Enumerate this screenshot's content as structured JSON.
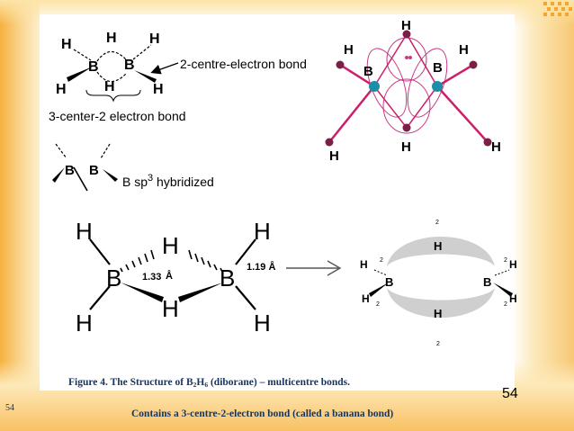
{
  "diagram1": {
    "atoms": {
      "h_tl": "H",
      "h_tm": "H",
      "h_tr": "H",
      "b_left": "B",
      "b_right": "B",
      "h_bl": "H",
      "h_bm": "H",
      "h_br": "H"
    },
    "label_2c": "2-centre-electron bond",
    "label_3c": "3-center-2 electron bond"
  },
  "diagram2": {
    "b_left": "B",
    "b_right": "B",
    "hybrid_prefix": "B sp",
    "hybrid_sup": "3",
    "hybrid_suffix": " hybridized"
  },
  "diagram3": {
    "h_top": "H",
    "h_left_top": "H",
    "h_right_top": "H",
    "b_left": "B",
    "b_right": "B",
    "h_left_bottom": "H",
    "h_bottom": "H",
    "h_right_bottom": "H"
  },
  "diagram4": {
    "h_tl": "H",
    "b_left": "B",
    "h_top": "H",
    "b_right": "B",
    "h_tr": "H",
    "h_bl": "H",
    "h_bottom": "H",
    "h_br": "H",
    "dist_bh": "1.33",
    "dist_bh_unit": "Å",
    "dist_term": "1.19 Å"
  },
  "diagram5": {
    "h_top_label": "2",
    "h_top": "H",
    "h_bottom": "H",
    "h_bottom_label": "2",
    "b_left": "B",
    "b_right": "B",
    "h_left_top": "H",
    "h_left_top_sub": "2",
    "h_left_bottom": "H",
    "h_left_bottom_sub": "2",
    "h_right_top": "H",
    "h_right_top_sub": "2",
    "h_right_bottom": "H",
    "h_right_bottom_sub": "2"
  },
  "caption": {
    "line1_prefix": "Figure 4. The Structure of B",
    "b_sub": "2",
    "h": "H",
    "h_sub": "6",
    "line1_suffix": " (diborane) – multicentre bonds.",
    "line2": "Contains a 3-centre-2-electron bond (called a banana bond)"
  },
  "page_number_large": "54",
  "page_number_small": "54",
  "colors": {
    "bond_magenta": "#cc1f6a",
    "boron_teal": "#1b8fa8",
    "lobe_gray": "#cfcfcf",
    "caption_navy": "#17345e"
  }
}
